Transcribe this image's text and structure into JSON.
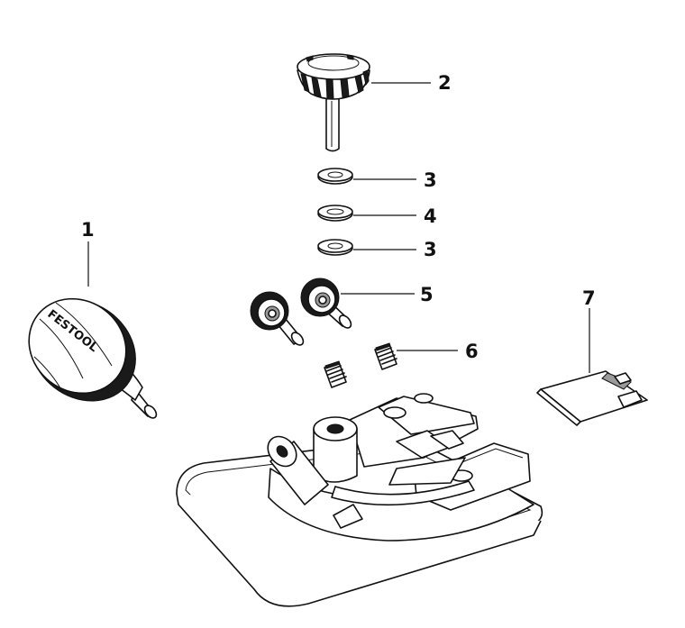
{
  "callouts": {
    "c1": "1",
    "c2": "2",
    "c3a": "3",
    "c4": "4",
    "c3b": "3",
    "c5": "5",
    "c6": "6",
    "c7": "7"
  },
  "knob_branding": "FESTOOL",
  "colors": {
    "line": "#111111",
    "fill": "#ffffff",
    "shade": "#9a9a9a"
  }
}
